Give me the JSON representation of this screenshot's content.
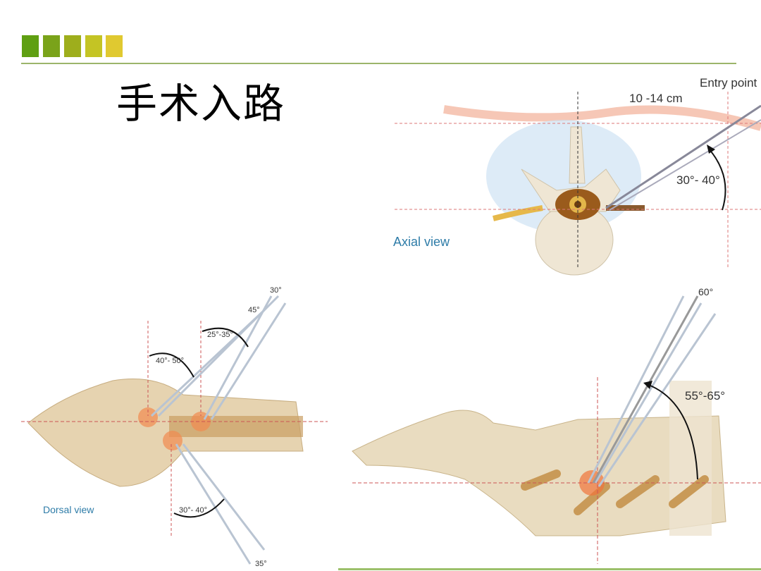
{
  "slide": {
    "title": "手术入路",
    "accent_colors": [
      "#5f9f12",
      "#7aa31a",
      "#9eae1c",
      "#c4c424",
      "#e0c930"
    ],
    "rule_color": "#9bb56a"
  },
  "axial_figure": {
    "view_label": "Axial view",
    "entry_point": "Entry point",
    "distance": "10 -14 cm",
    "angle": "30°- 40°"
  },
  "dorsal_figure": {
    "view_label": "Dorsal view",
    "angles": {
      "top_30": "30°",
      "top_45": "45°",
      "range_25_35": "25°-35°",
      "range_40_50": "40°- 50°",
      "range_30_40": "30°- 40°",
      "bottom_35": "35°"
    }
  },
  "lateral_figure": {
    "angle_60": "60°",
    "range_55_65": "55°-65°"
  }
}
